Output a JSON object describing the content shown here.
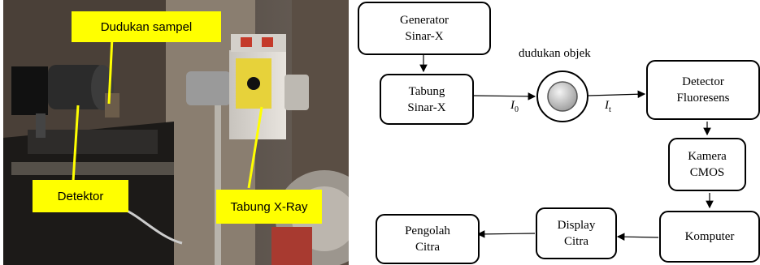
{
  "photo": {
    "callouts": {
      "sample_holder": "Dudukan sampel",
      "detector": "Detektor",
      "xray_tube": "Tabung X-Ray"
    }
  },
  "diagram": {
    "boxes": {
      "generator": [
        "Generator",
        "Sinar-X"
      ],
      "tube": [
        "Tabung",
        "Sinar-X"
      ],
      "detector": [
        "Detector",
        "Fluoresens"
      ],
      "camera": [
        "Kamera",
        "CMOS"
      ],
      "computer": [
        "Komputer"
      ],
      "display": [
        "Display",
        "Citra"
      ],
      "processing": [
        "Pengolah",
        "Citra"
      ]
    },
    "object_holder_label": "dudukan objek",
    "symbols": {
      "incident": {
        "base": "I",
        "sub": "0"
      },
      "transmitted": {
        "base": "I",
        "sub": "t"
      }
    }
  }
}
